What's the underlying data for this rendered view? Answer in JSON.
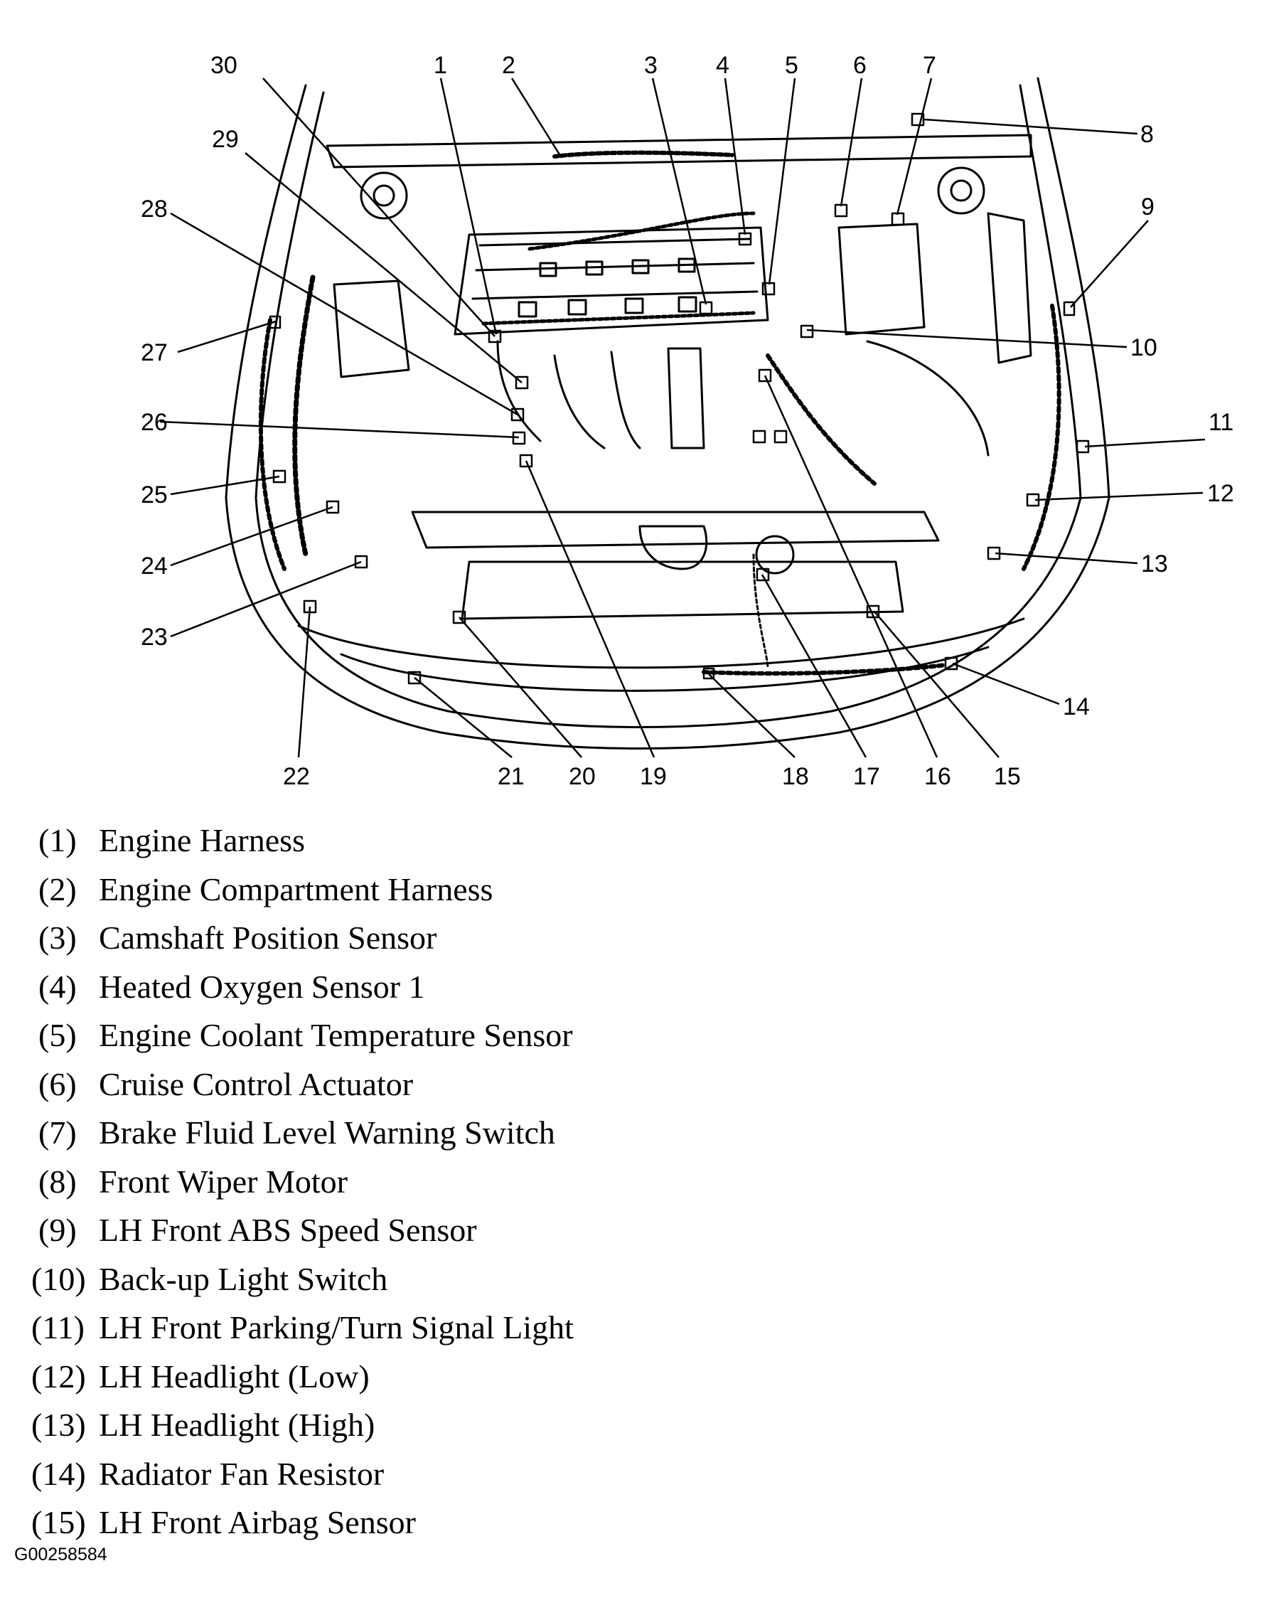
{
  "callouts": [
    "1",
    "2",
    "3",
    "4",
    "5",
    "6",
    "7",
    "8",
    "9",
    "10",
    "11",
    "12",
    "13",
    "14",
    "15",
    "16",
    "17",
    "18",
    "19",
    "20",
    "21",
    "22",
    "23",
    "24",
    "25",
    "26",
    "27",
    "28",
    "29",
    "30"
  ],
  "legend": [
    {
      "num": "(1)",
      "label": "Engine Harness"
    },
    {
      "num": "(2)",
      "label": "Engine Compartment Harness"
    },
    {
      "num": "(3)",
      "label": "Camshaft Position Sensor"
    },
    {
      "num": "(4)",
      "label": "Heated Oxygen Sensor 1"
    },
    {
      "num": "(5)",
      "label": "Engine Coolant Temperature Sensor"
    },
    {
      "num": "(6)",
      "label": "Cruise Control Actuator"
    },
    {
      "num": "(7)",
      "label": "Brake Fluid Level Warning Switch"
    },
    {
      "num": "(8)",
      "label": "Front Wiper Motor"
    },
    {
      "num": "(9)",
      "label": "LH Front ABS Speed Sensor"
    },
    {
      "num": "(10)",
      "label": "Back-up Light Switch"
    },
    {
      "num": "(11)",
      "label": "LH Front Parking/Turn Signal Light"
    },
    {
      "num": "(12)",
      "label": "LH Headlight (Low)"
    },
    {
      "num": "(13)",
      "label": "LH Headlight (High)"
    },
    {
      "num": "(14)",
      "label": "Radiator Fan Resistor"
    },
    {
      "num": "(15)",
      "label": "LH Front Airbag Sensor"
    }
  ],
  "figure_id": "G00258584"
}
